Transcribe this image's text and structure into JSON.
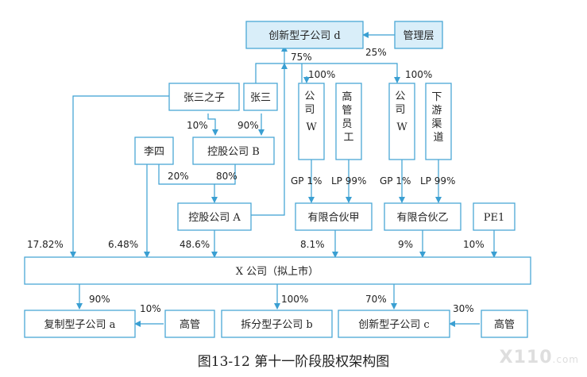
{
  "nodes": {
    "innov_d": "创新型子公司 d",
    "mgmt_top": "管理层",
    "son": "张三之子",
    "zhangsan": "张三",
    "company_w1": "公司W",
    "senior_staff": "高管员工",
    "company_w2": "公司W",
    "downstream": "下游渠道",
    "lisi": "李四",
    "holding_b": "控股公司 B",
    "holding_a": "控股公司 A",
    "lp_jia": "有限合伙甲",
    "lp_yi": "有限合伙乙",
    "pe1": "PE1",
    "x_company": "X 公司（拟上市）",
    "copy_a": "复制型子公司 a",
    "mgmt_a": "高管",
    "split_b": "拆分型子公司 b",
    "innov_c": "创新型子公司 c",
    "mgmt_c": "高管"
  },
  "labels": {
    "p25": "25%",
    "p75": "75%",
    "p100_1": "100%",
    "p100_2": "100%",
    "p10_son_b": "10%",
    "p90_zs_b": "90%",
    "p20": "20%",
    "p80": "80%",
    "gp1_jia": "GP 1%",
    "lp99_jia": "LP 99%",
    "gp1_yi": "GP 1%",
    "lp99_yi": "LP 99%",
    "p1782": "17.82%",
    "p648": "6.48%",
    "p486": "48.6%",
    "p81": "8.1%",
    "p9": "9%",
    "p10_pe": "10%",
    "p90_a": "90%",
    "p10_mgmt_a": "10%",
    "p100_b": "100%",
    "p70_c": "70%",
    "p30_c": "30%"
  },
  "caption": "图13-12    第十一阶段股权架构图",
  "watermark": "X110",
  "watermark_suffix": ".com",
  "colors": {
    "line": "#3a9fd2",
    "box_border": "#4aa7d6",
    "box_fill_top": "#d9eef9"
  }
}
